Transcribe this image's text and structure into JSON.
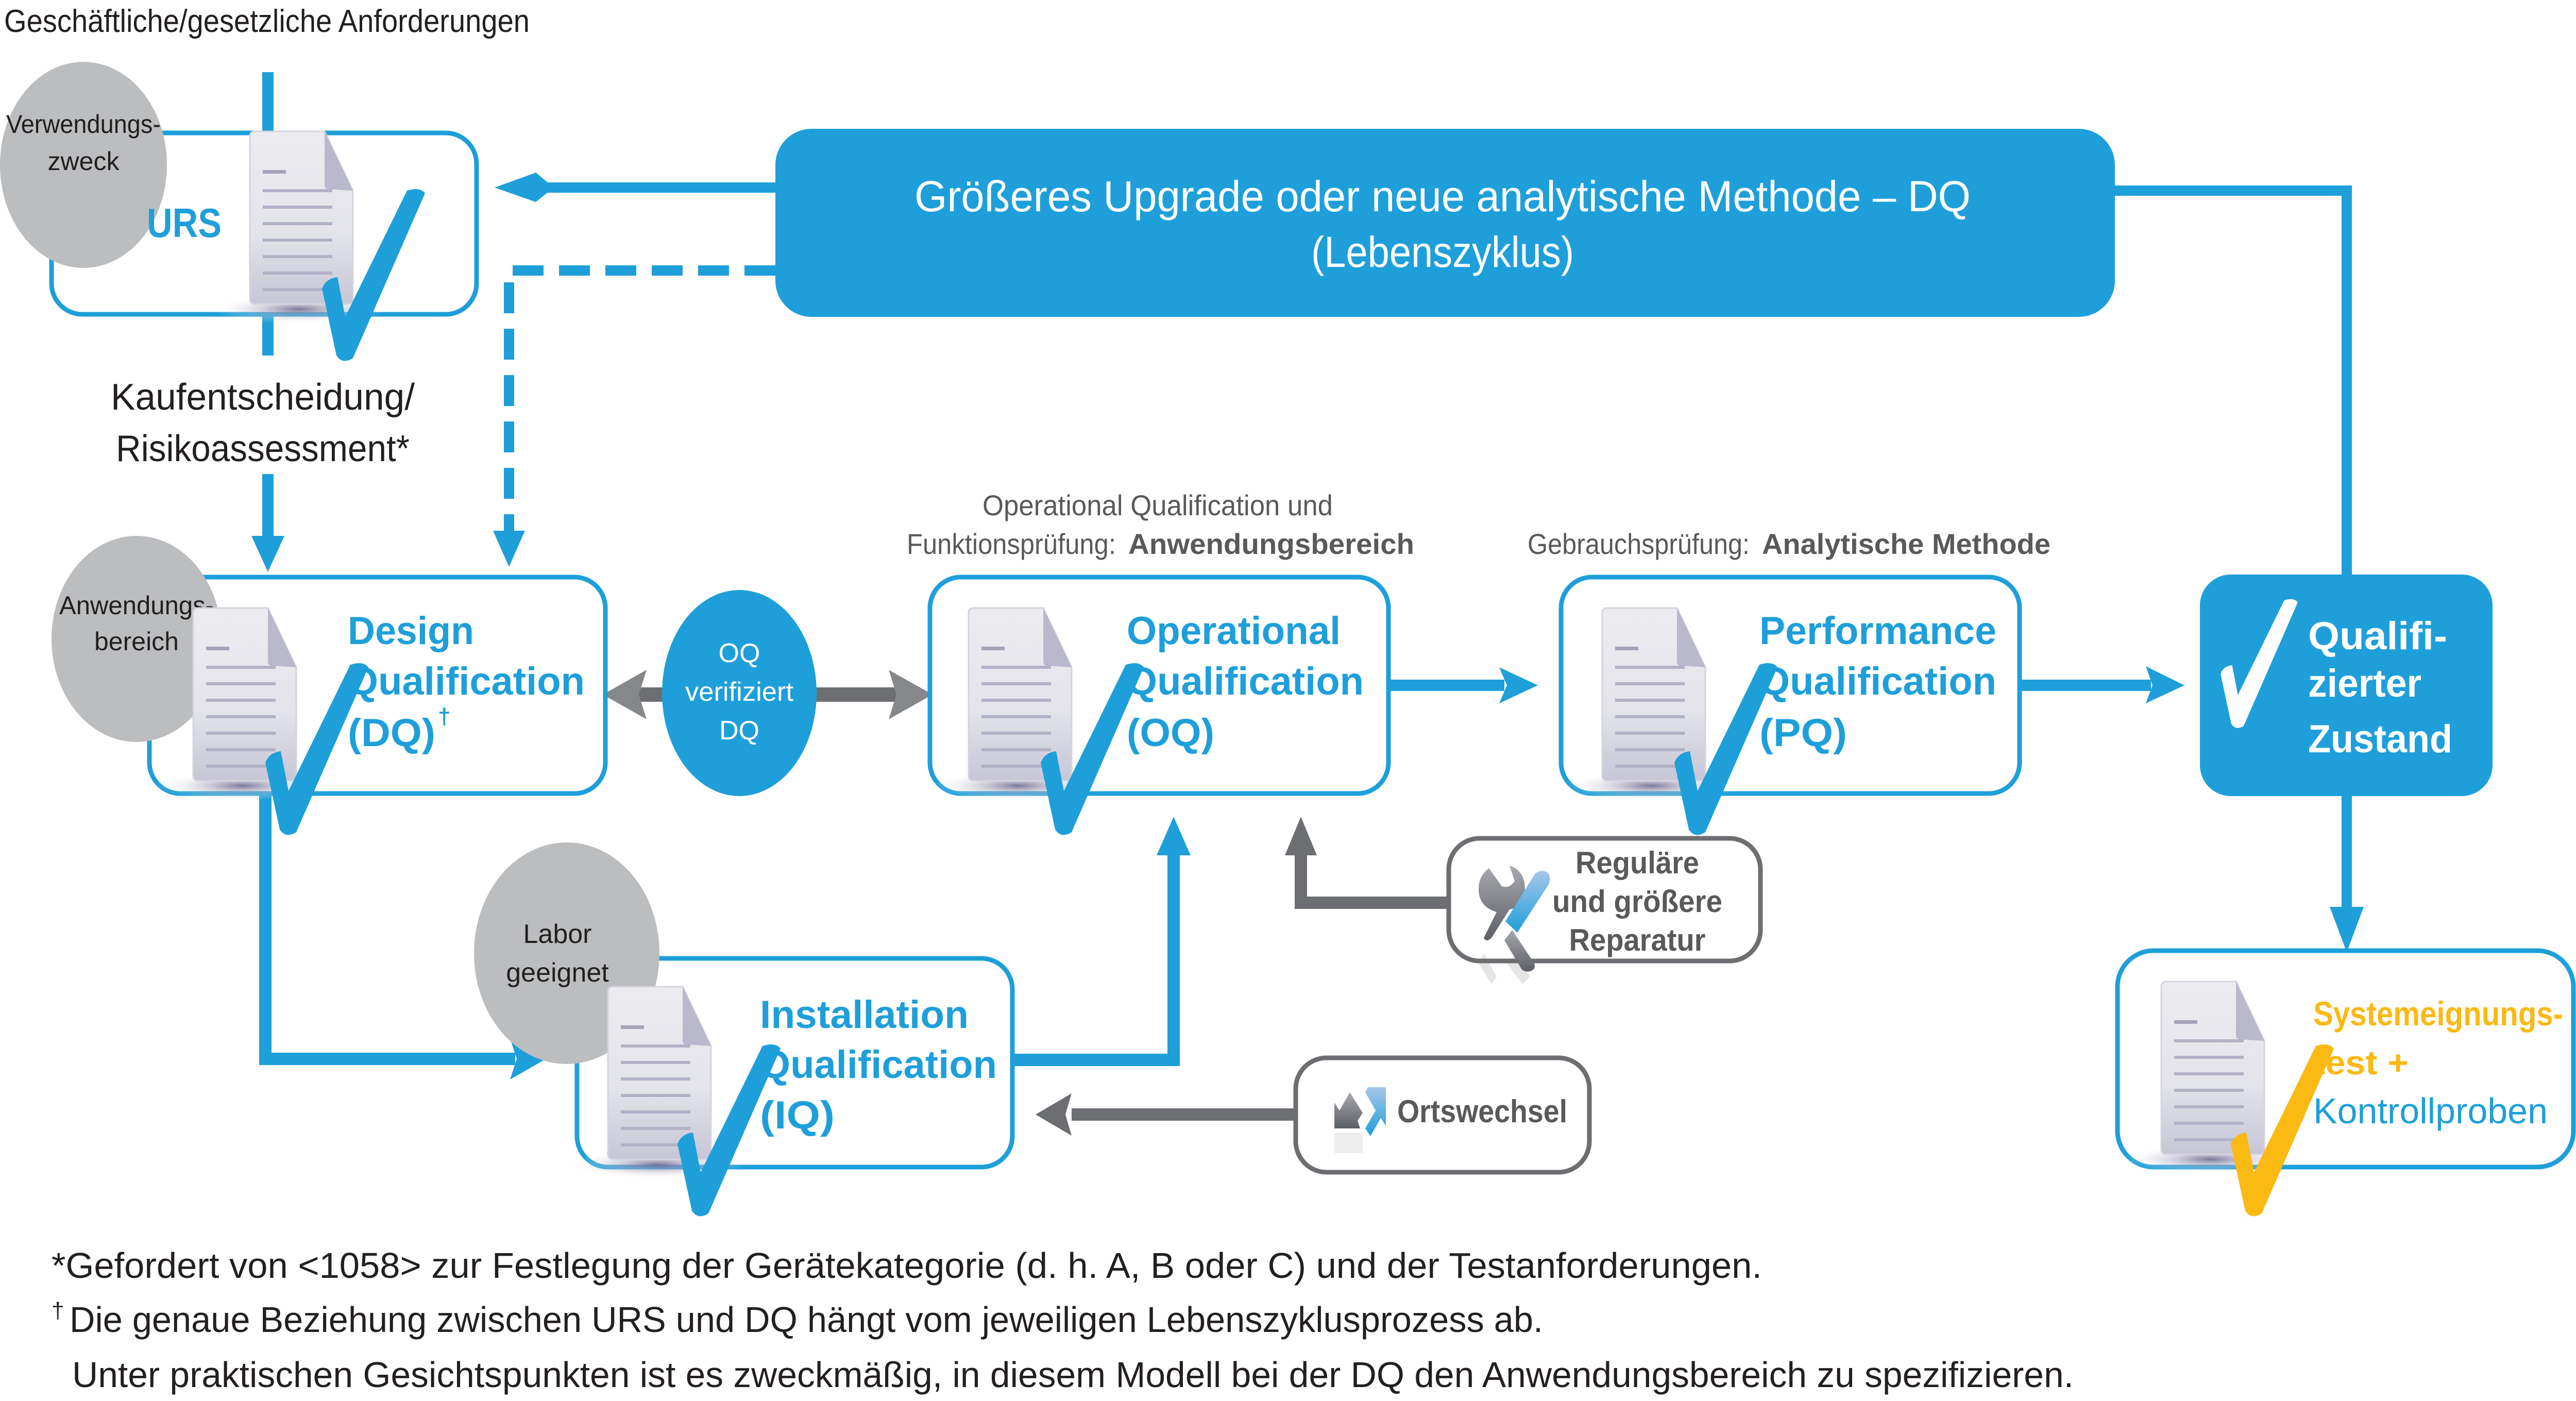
{
  "colors": {
    "accent_blue": "#1E9FDA",
    "arrow_gray": "#6D6E71",
    "circle_gray": "#BCBDBF",
    "text_dark": "#231F20",
    "text_gray": "#58595B",
    "highlight_yellow": "#FBB914"
  },
  "top_label": "Geschäftliche/gesetzliche Anforderungen",
  "urs": {
    "circle_lines": [
      "Verwendungs-",
      "zweck"
    ],
    "title": "URS"
  },
  "banner": {
    "line1": "Größeres Upgrade oder neue analytische Methode – DQ",
    "line2": "(Lebenszyklus)"
  },
  "purchase_label": {
    "line1": "Kaufentscheidung/",
    "line2": "Risikoassessment*"
  },
  "dq": {
    "circle_lines": [
      "Anwendungs-",
      "bereich"
    ],
    "title_lines": [
      "Design",
      "Qualification",
      "(DQ)"
    ],
    "superscript": "†"
  },
  "verify_circle": {
    "lines": [
      "OQ",
      "verifiziert",
      "DQ"
    ]
  },
  "oq": {
    "caption_line1": "Operational Qualification und",
    "caption_line2_prefix": "Funktionsprüfung: ",
    "caption_line2_bold": "Anwendungsbereich",
    "title_lines": [
      "Operational",
      "Qualification",
      "(OQ)"
    ]
  },
  "pq": {
    "caption_prefix": "Gebrauchsprüfung: ",
    "caption_bold": "Analytische Methode",
    "title_lines": [
      "Performance",
      "Qualification",
      "(PQ)"
    ]
  },
  "qualified_state": {
    "title_lines": [
      "Qualifi-",
      "zierter",
      "Zustand"
    ]
  },
  "sst": {
    "line1": "Systemeignungs-",
    "line2": "test +",
    "line3": "Kontrollproben"
  },
  "iq": {
    "circle_lines": [
      "Labor",
      "geeignet"
    ],
    "title_lines": [
      "Installation",
      "Qualification",
      "(IQ)"
    ]
  },
  "repair": {
    "lines": [
      "Reguläre",
      "und größere",
      "Reparatur"
    ],
    "icon": "wrench-screwdriver-icon"
  },
  "relocation": {
    "label": "Ortswechsel",
    "icon": "relocation-arrows-icon"
  },
  "footnotes": [
    "*Gefordert von <1058> zur Festlegung der Gerätekategorie (d. h. A, B oder C) und der Testanforderungen.",
    "Die genaue Beziehung zwischen URS und DQ hängt vom jeweiligen Lebenszyklusprozess ab.",
    "Unter praktischen Gesichtspunkten ist es zweckmäßig, in diesem Modell bei der DQ den Anwendungsbereich zu spezifizieren."
  ],
  "footnote_dagger": "†"
}
